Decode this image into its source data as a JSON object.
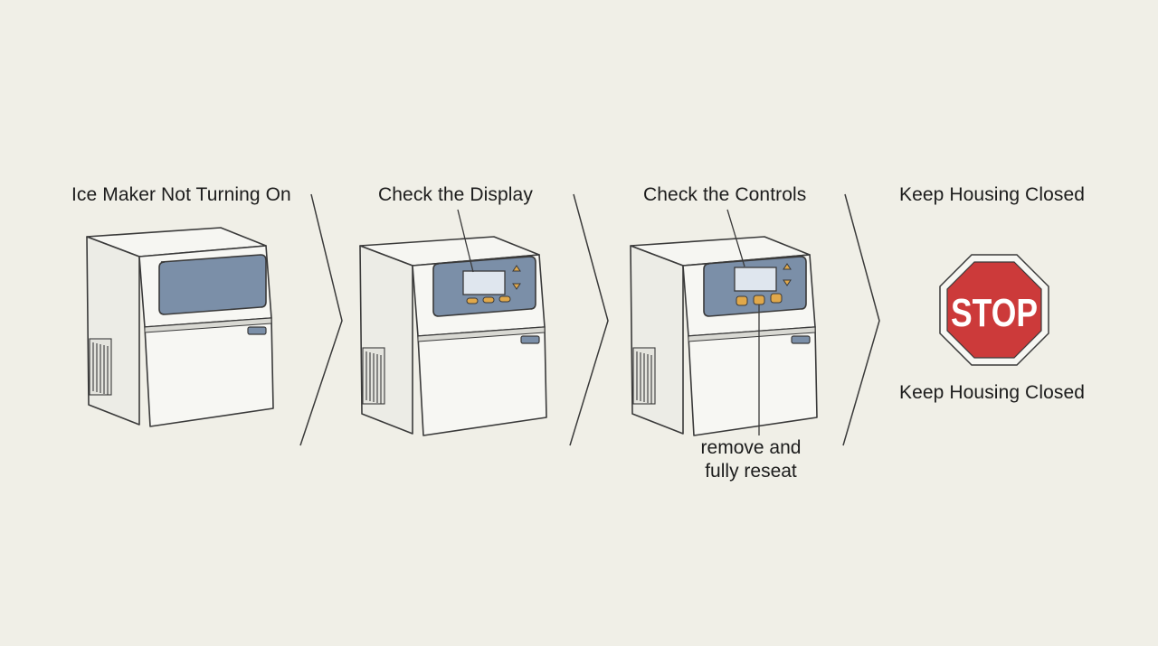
{
  "steps": [
    {
      "title": "Ice Maker Not Turning On"
    },
    {
      "title": "Check the Display"
    },
    {
      "title": "Check the Controls",
      "note_line1": "remove and",
      "note_line2": "fully reseat"
    },
    {
      "title": "Keep Housing Closed",
      "sign_text": "STOP",
      "caption": "Keep Housing Closed"
    }
  ],
  "colors": {
    "background": "#f0efe7",
    "outline": "#3a3a3a",
    "panel": "#7b8fa8",
    "button": "#e0a84a",
    "stop_red": "#cc3a3a"
  },
  "icons": [
    "ice-maker-icon",
    "chevron-right-icon",
    "stop-sign-icon"
  ]
}
